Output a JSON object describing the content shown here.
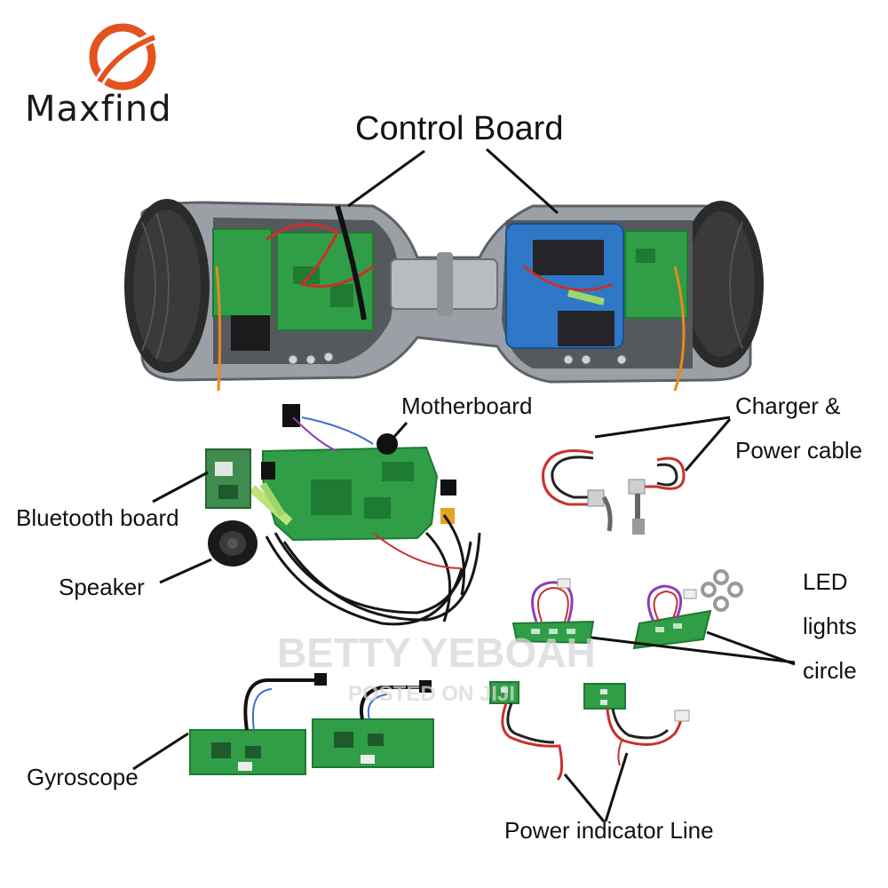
{
  "brand": {
    "name": "Maxfind",
    "accent": "#e2531f"
  },
  "title": "Control Board",
  "labels": {
    "motherboard": "Motherboard",
    "charger_line1": "Charger &",
    "charger_line2": "Power cable",
    "bluetooth": "Bluetooth board",
    "speaker": "Speaker",
    "led_line1": "LED",
    "led_line2": "lights",
    "led_line3": "circle",
    "gyroscope": "Gyroscope",
    "power_indicator": "Power indicator Line"
  },
  "watermark": {
    "line1": "BETTY YEBOAH",
    "line2": "POSTED ON JIJI"
  },
  "colors": {
    "pcb": "#2f9e46",
    "pcb_dark": "#1f7a33",
    "battery": "#2f78c8",
    "tire": "#2b2b2b",
    "frame": "#8e9399",
    "wire_red": "#c9302c",
    "wire_orange": "#e8891d"
  }
}
